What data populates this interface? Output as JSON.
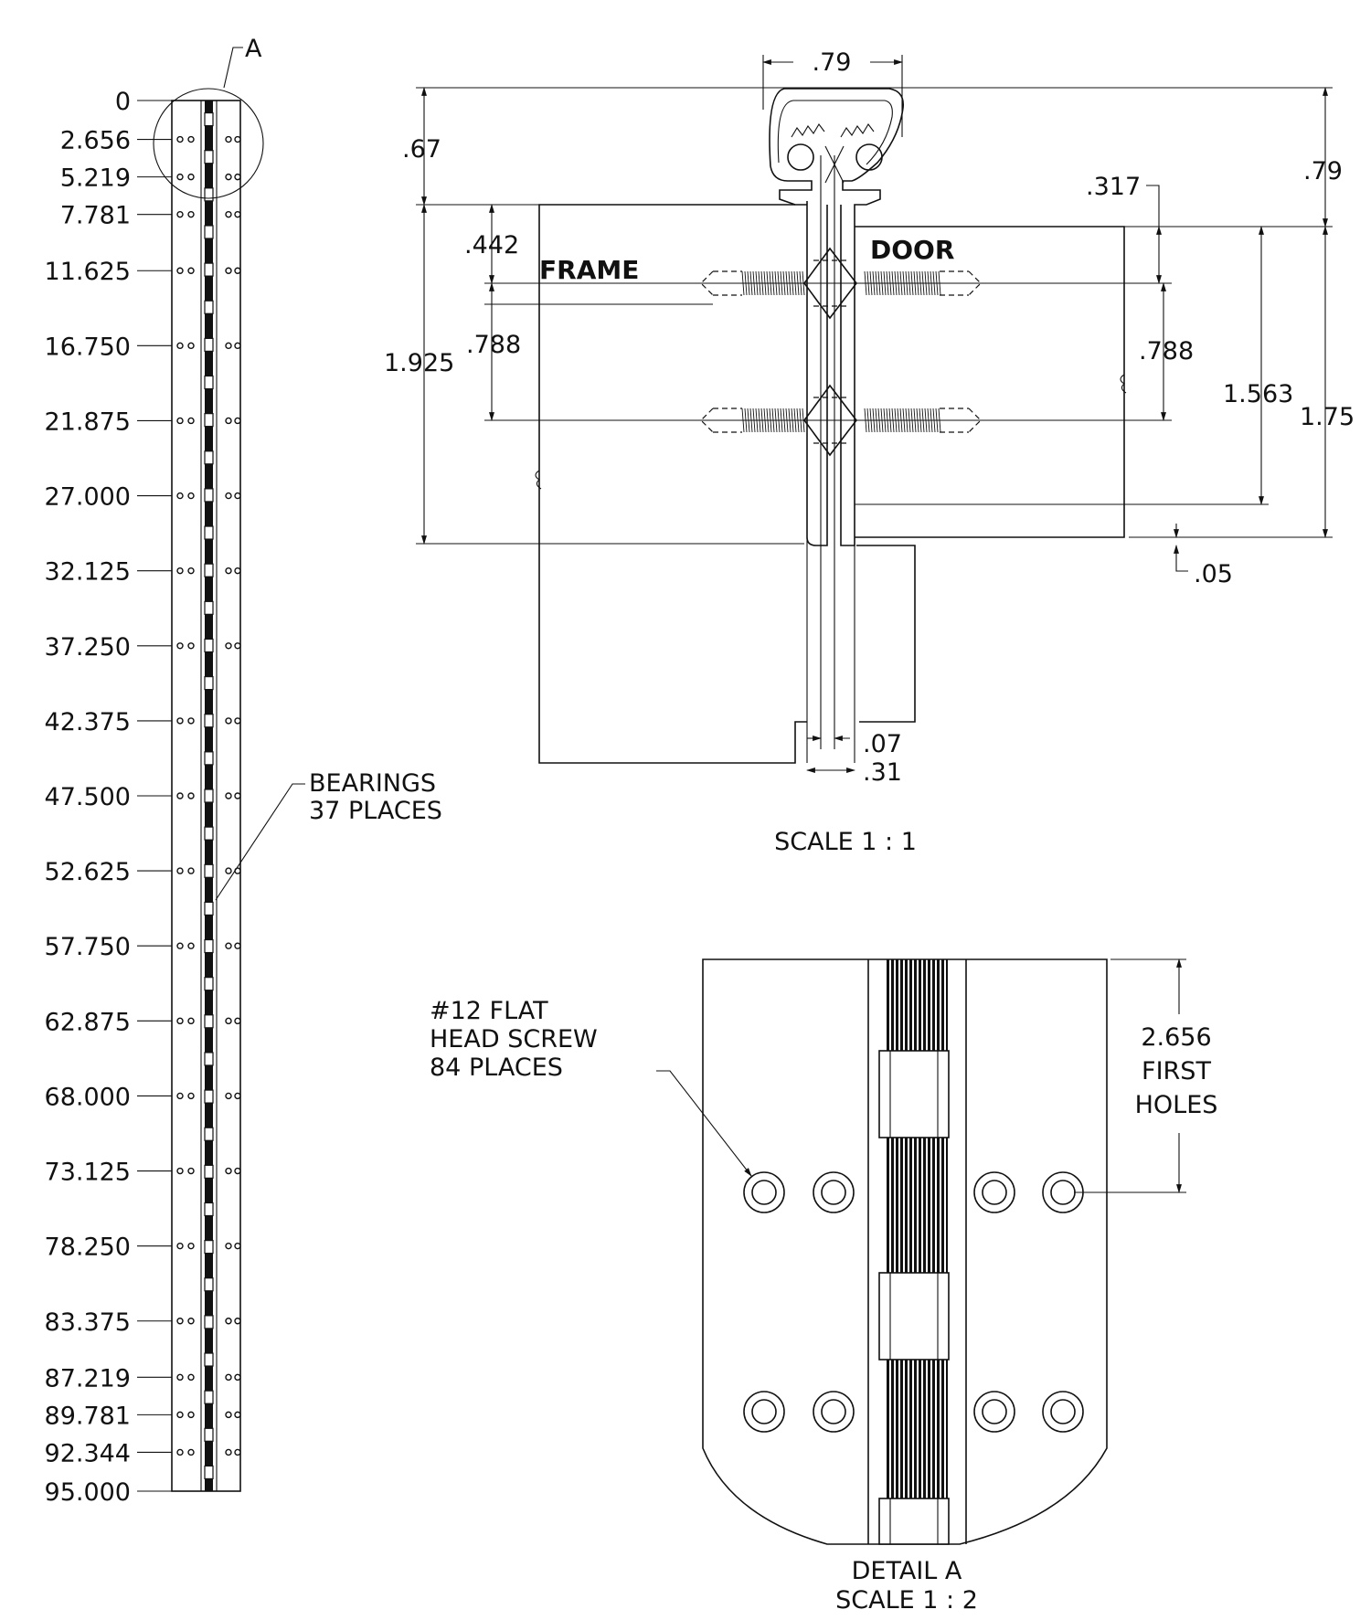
{
  "long_view": {
    "detail_callout": "A",
    "positions": [
      "0",
      "2.656",
      "5.219",
      "7.781",
      "11.625",
      "16.750",
      "21.875",
      "27.000",
      "32.125",
      "37.250",
      "42.375",
      "47.500",
      "52.625",
      "57.750",
      "62.875",
      "68.000",
      "73.125",
      "78.250",
      "83.375",
      "87.219",
      "89.781",
      "92.344",
      "95.000"
    ],
    "bearings_note": [
      "BEARINGS",
      "37 PLACES"
    ]
  },
  "section_view": {
    "frame_label": "FRAME",
    "door_label": "DOOR",
    "dim_top_width": ".79",
    "dim_top_height_left": ".67",
    "dim_top_height_right": ".79",
    "dim_door_offset": ".317",
    "dim_screw_offset": ".442",
    "dim_screw_spacing_left": ".788",
    "dim_screw_spacing_right": ".788",
    "dim_frame_height": "1.925",
    "dim_door_height": "1.563",
    "dim_overall_height": "1.75",
    "dim_gap": ".05",
    "dim_leaf_gap": ".07",
    "dim_knuckle_width": ".31",
    "scale": "SCALE 1 : 1"
  },
  "detail_view": {
    "screw_note": [
      "#12 FLAT",
      "HEAD SCREW",
      "84 PLACES"
    ],
    "first_holes_note": [
      "2.656",
      "FIRST",
      "HOLES"
    ],
    "title": "DETAIL A",
    "scale": "SCALE 1 : 2"
  }
}
